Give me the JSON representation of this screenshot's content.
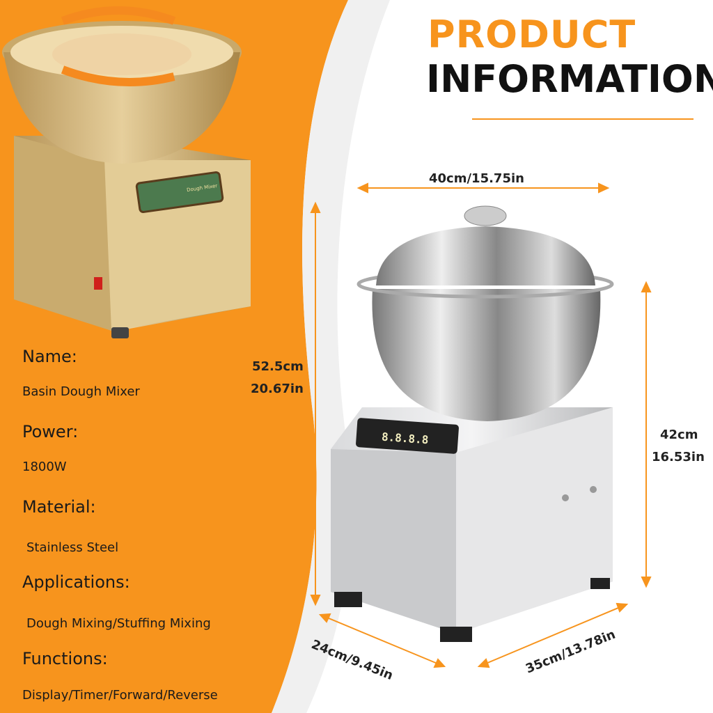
{
  "title": {
    "line1": "PRODUCT",
    "line2": "INFORMATION"
  },
  "colors": {
    "accent": "#f7941d",
    "text": "#111111"
  },
  "specs": [
    {
      "label": "Name:",
      "value": "Basin Dough Mixer"
    },
    {
      "label": "Power:",
      "value": "1800W"
    },
    {
      "label": "Material:",
      "value": "Stainless Steel"
    },
    {
      "label": "Applications:",
      "value": "Dough Mixing/Stuffing Mixing"
    },
    {
      "label": "Functions:",
      "value": "Display/Timer/Forward/Reverse"
    }
  ],
  "dimensions": {
    "width": "40cm/15.75in",
    "total_height_cm": "52.5cm",
    "total_height_in": "20.67in",
    "body_height_cm": "42cm",
    "body_height_in": "16.53in",
    "depth": "24cm/9.45in",
    "length": "35cm/13.78in"
  },
  "panel": {
    "display": "8.8.8.8",
    "brand_label": "Dough Mixer"
  }
}
